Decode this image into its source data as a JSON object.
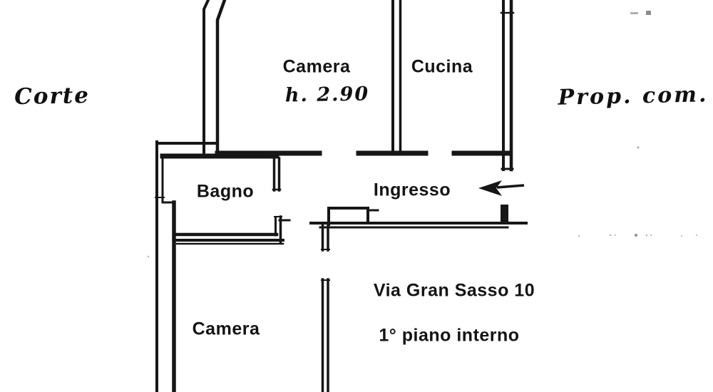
{
  "plan": {
    "rooms": {
      "camera_top": {
        "label": "Camera",
        "height_note": "h. 2.90"
      },
      "cucina": {
        "label": "Cucina"
      },
      "bagno": {
        "label": "Bagno"
      },
      "ingresso": {
        "label": "Ingresso"
      },
      "camera_bottom": {
        "label": "Camera"
      }
    },
    "annotations": {
      "corte": "Corte",
      "prop_com": "Prop. com.",
      "address_line1": "Via Gran Sasso 10",
      "address_line2": "1° piano interno"
    },
    "entrance_arrow_direction": "left",
    "colors": {
      "ink": "#161616",
      "paper": "#ffffff"
    }
  }
}
